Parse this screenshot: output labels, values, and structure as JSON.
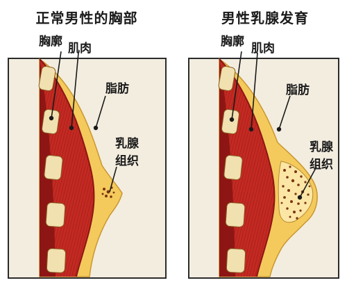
{
  "left_panel": {
    "title": "正常男性的胸部",
    "labels": {
      "ribs": "胸廓",
      "muscle": "肌肉",
      "fat": "脂肪",
      "gland_line1": "乳腺",
      "gland_line2": "组织"
    }
  },
  "right_panel": {
    "title": "男性乳腺发育",
    "labels": {
      "ribs": "胸廓",
      "muscle": "肌肉",
      "fat": "脂肪",
      "gland_line1": "乳腺",
      "gland_line2": "组织"
    }
  },
  "colors": {
    "frame": "#2b2b2b",
    "cavity": "#f3ede0",
    "fat": "#f4ca5d",
    "fat_outline": "#c9962e",
    "muscle": "#c42a22",
    "muscle_dark": "#8d1614",
    "muscle_fiber": "#7a1010",
    "rib": "#f1e0b0",
    "gland": "#ffffff",
    "gland_dots": "#7a3510"
  }
}
